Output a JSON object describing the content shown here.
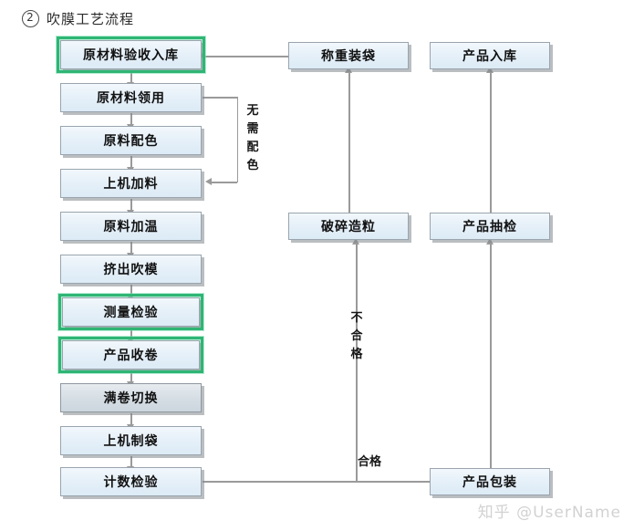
{
  "title": {
    "number": "2",
    "text": "吹膜工艺流程"
  },
  "watermark": "知乎 @UserName",
  "colors": {
    "box_fill": "#e4eff8",
    "box_fill_gray": "#d5dde4",
    "box_border": "#9aa4ad",
    "highlight_green": "#2fb574",
    "connector": "#9a9a9a",
    "text": "#111111"
  },
  "nodes": [
    {
      "id": "n1",
      "label": "原材料验收入库",
      "column": "left",
      "style": "highlight"
    },
    {
      "id": "n2",
      "label": "原材料领用",
      "column": "left",
      "style": "normal"
    },
    {
      "id": "n3",
      "label": "原料配色",
      "column": "left",
      "style": "normal"
    },
    {
      "id": "n4",
      "label": "上机加料",
      "column": "left",
      "style": "normal"
    },
    {
      "id": "n5",
      "label": "原料加温",
      "column": "left",
      "style": "normal"
    },
    {
      "id": "n6",
      "label": "挤出吹模",
      "column": "left",
      "style": "normal"
    },
    {
      "id": "n7",
      "label": "测量检验",
      "column": "left",
      "style": "highlight"
    },
    {
      "id": "n8",
      "label": "产品收卷",
      "column": "left",
      "style": "highlight"
    },
    {
      "id": "n9",
      "label": "满卷切换",
      "column": "left",
      "style": "gray"
    },
    {
      "id": "n10",
      "label": "上机制袋",
      "column": "left",
      "style": "normal"
    },
    {
      "id": "n11",
      "label": "计数检验",
      "column": "left",
      "style": "normal"
    },
    {
      "id": "n12",
      "label": "称重装袋",
      "column": "middle",
      "style": "normal"
    },
    {
      "id": "n13",
      "label": "破碎造粒",
      "column": "middle",
      "style": "normal"
    },
    {
      "id": "n14",
      "label": "产品入库",
      "column": "right",
      "style": "normal"
    },
    {
      "id": "n15",
      "label": "产品抽检",
      "column": "right",
      "style": "normal"
    },
    {
      "id": "n16",
      "label": "产品包装",
      "column": "right",
      "style": "normal"
    }
  ],
  "edge_labels": {
    "no_color_needed": {
      "text": "无需配色",
      "chars": [
        "无",
        "需",
        "配",
        "色"
      ],
      "orientation": "vertical"
    },
    "fail": {
      "text": "不合格",
      "chars": [
        "不",
        "合",
        "格"
      ],
      "orientation": "vertical"
    },
    "pass": {
      "text": "合格",
      "orientation": "horizontal"
    }
  },
  "edges": [
    {
      "from": "n1",
      "to": "n2",
      "label": ""
    },
    {
      "from": "n2",
      "to": "n3",
      "label": ""
    },
    {
      "from": "n3",
      "to": "n4",
      "label": ""
    },
    {
      "from": "n2",
      "to": "n4",
      "label": "无需配色"
    },
    {
      "from": "n4",
      "to": "n5",
      "label": ""
    },
    {
      "from": "n5",
      "to": "n6",
      "label": ""
    },
    {
      "from": "n6",
      "to": "n7",
      "label": ""
    },
    {
      "from": "n7",
      "to": "n8",
      "label": ""
    },
    {
      "from": "n8",
      "to": "n9",
      "label": ""
    },
    {
      "from": "n9",
      "to": "n10",
      "label": ""
    },
    {
      "from": "n10",
      "to": "n11",
      "label": ""
    },
    {
      "from": "n11",
      "to": "n13",
      "label": "不合格"
    },
    {
      "from": "n11",
      "to": "n16",
      "label": "合格"
    },
    {
      "from": "n13",
      "to": "n12",
      "label": ""
    },
    {
      "from": "n12",
      "to": "n1",
      "label": ""
    },
    {
      "from": "n16",
      "to": "n15",
      "label": ""
    },
    {
      "from": "n15",
      "to": "n14",
      "label": ""
    }
  ]
}
